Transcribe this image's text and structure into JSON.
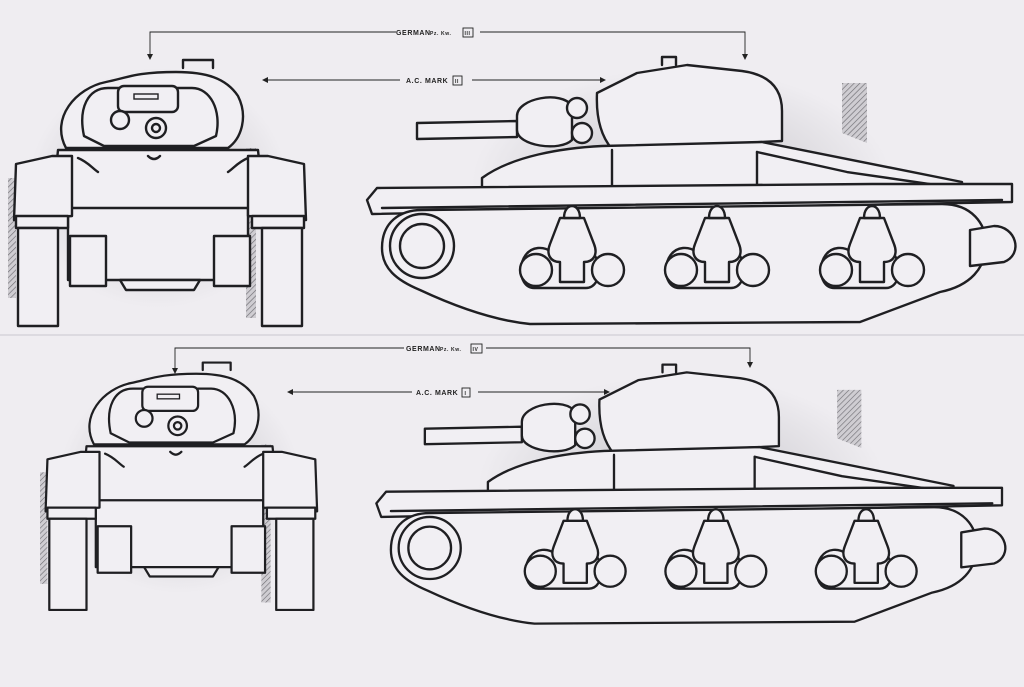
{
  "rows": [
    {
      "german_label": "GERMAN",
      "german_model": "Pz. Kw.",
      "german_mark": "III",
      "ac_label": "A.C. MARK",
      "ac_mark": "II"
    },
    {
      "german_label": "GERMAN",
      "german_model": "Pz. Kw.",
      "german_mark": "IV",
      "ac_label": "A.C. MARK",
      "ac_mark": "I"
    }
  ]
}
